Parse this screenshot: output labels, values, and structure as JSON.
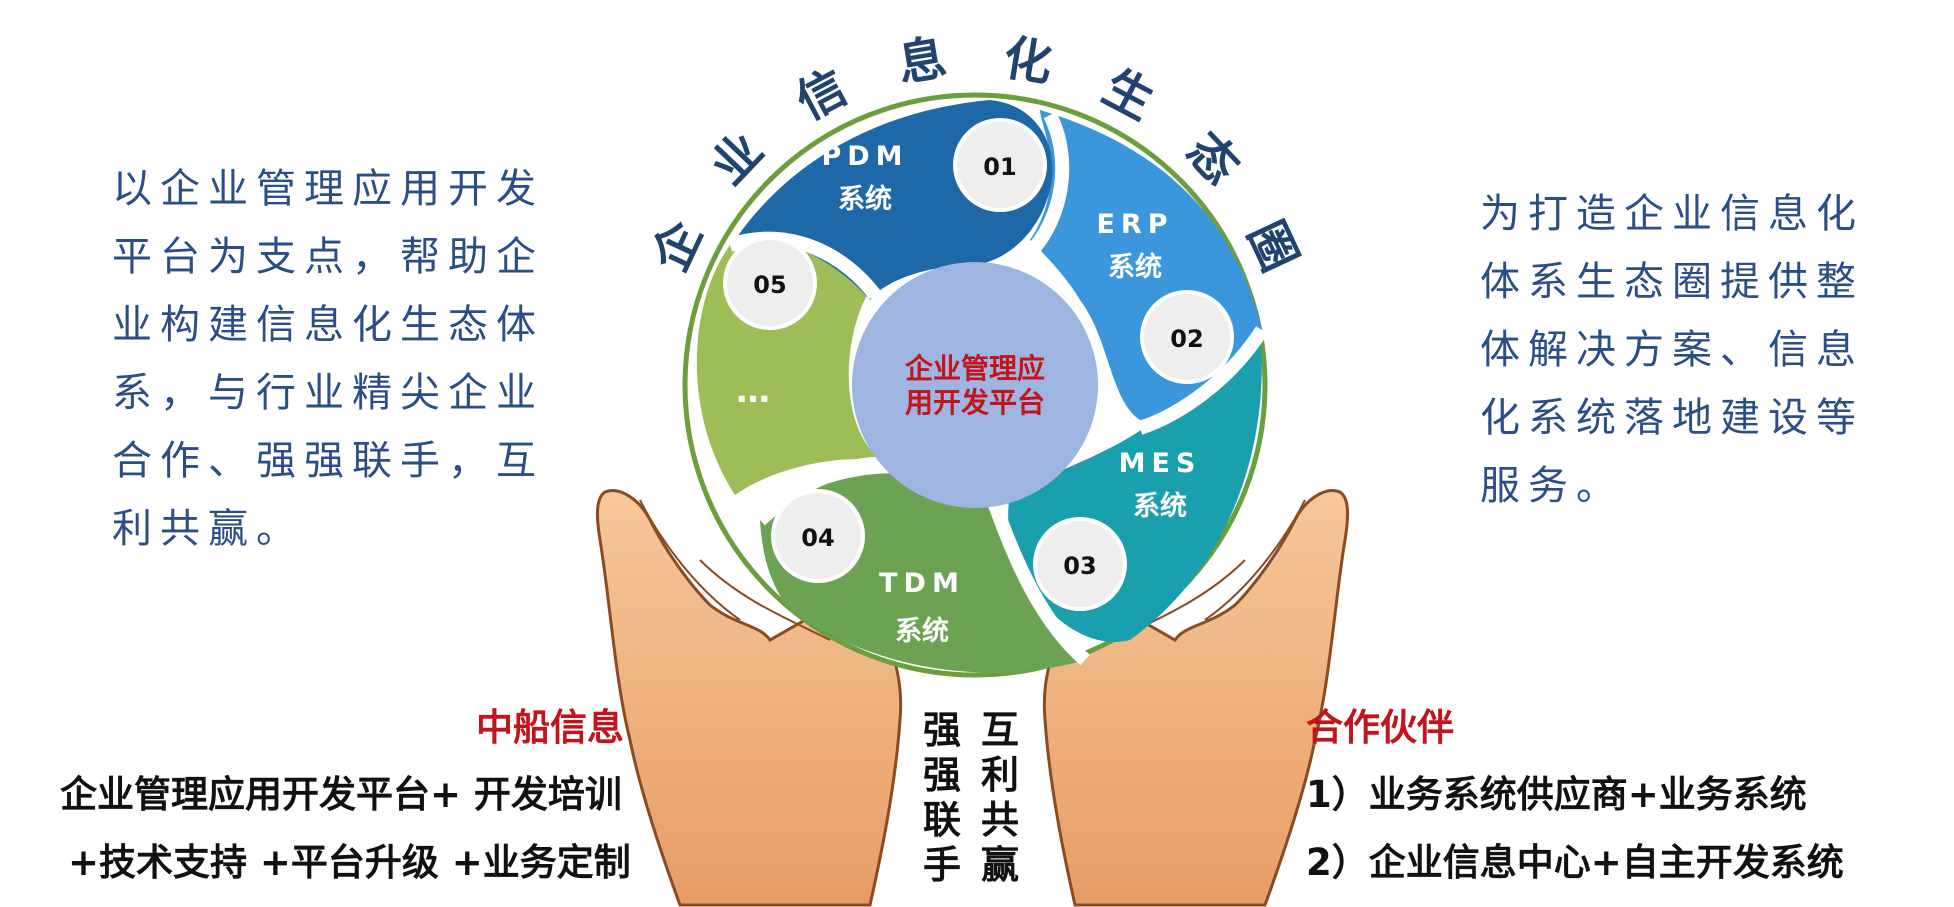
{
  "title_chars": [
    "企",
    "业",
    "信",
    "息",
    "化",
    "生",
    "态",
    "圈"
  ],
  "center_label_lines": [
    "企业管理应",
    "用开发平台"
  ],
  "segments": [
    {
      "key": "pdm",
      "name": "PDM",
      "sub": "系统",
      "num": "01",
      "color": "#1f68a8"
    },
    {
      "key": "erp",
      "name": "ERP",
      "sub": "系统",
      "num": "02",
      "color": "#3b96db"
    },
    {
      "key": "mes",
      "name": "MES",
      "sub": "系统",
      "num": "03",
      "color": "#1aa0ac"
    },
    {
      "key": "tdm",
      "name": "TDM",
      "sub": "系统",
      "num": "04",
      "color": "#6ca353"
    },
    {
      "key": "more",
      "name": "…",
      "sub": "",
      "num": "05",
      "color": "#9dbd57"
    }
  ],
  "left_paragraph": [
    "以企业管理应用开发",
    "平台为支点，帮助企",
    "业构建信息化生态体",
    "系，与行业精尖企业",
    "合作、强强联手，互",
    "利共赢。"
  ],
  "right_paragraph": [
    "为打造企业信息化",
    "体系生态圈提供整",
    "体解决方案、信息",
    "化系统落地建设等",
    "服务。"
  ],
  "zhongchuan": {
    "heading": "中船信息",
    "line1": "企业管理应用开发平台+ 开发培训",
    "line2": "+技术支持 +平台升级 +业务定制"
  },
  "partner": {
    "heading": "合作伙伴",
    "line1": "1）业务系统供应商+业务系统",
    "line2": "2）企业信息中心+自主开发系统"
  },
  "vertical_left": [
    "强",
    "强",
    "联",
    "手"
  ],
  "vertical_right": [
    "互",
    "利",
    "共",
    "赢"
  ],
  "colors": {
    "ring": "#6b9e3d",
    "center": "#9db5e0",
    "center_text": "#c4141b",
    "title": "#21436f",
    "body_text": "#2a4f86",
    "heading_red": "#c4141b",
    "skin": "#f2b27a"
  }
}
